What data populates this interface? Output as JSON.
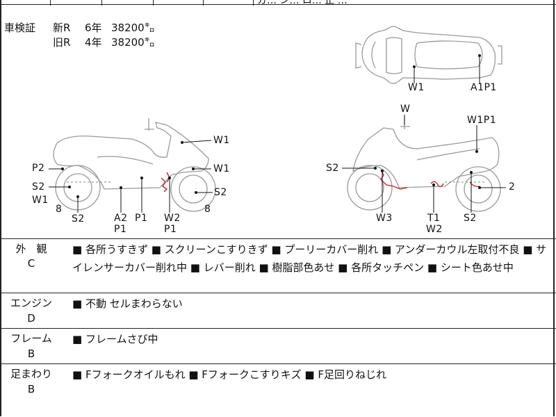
{
  "top": {
    "partial_text": "ガ… ン… ロ… 正 …"
  },
  "inspection": {
    "heading": "車検証",
    "new_label": "新R",
    "new_years": "6年",
    "new_km": "38200㌔",
    "old_label": "旧R",
    "old_years": "4年",
    "old_km": "38200㌔"
  },
  "diagram_labels": {
    "top_view": [
      "W1",
      "A1P1"
    ],
    "left_view": [
      "W1",
      "W1",
      "P2",
      "S2",
      "W1",
      "S2",
      "8",
      "S2",
      "A2",
      "P1",
      "P1",
      "W2",
      "P1",
      "8"
    ],
    "right_view": [
      "W",
      "W1P1",
      "S2",
      "2",
      "W3",
      "T1",
      "W2",
      "S2"
    ]
  },
  "sections": [
    {
      "label": "外　観",
      "grade": "C",
      "text": "■ 各所うすきず ■ スクリーンこすりきず ■ プーリーカバー削れ ■ アンダーカウル左取付不良 ■ サイレンサーカバー削れ中 ■ レバー削れ ■ 樹脂部色あせ ■ 各所タッチペン ■ シート色あせ中"
    },
    {
      "label": "エンジン",
      "grade": "D",
      "text": "■ 不動 セルまわらない"
    },
    {
      "label": "フレーム",
      "grade": "B",
      "text": "■ フレームさび中"
    },
    {
      "label": "足まわり",
      "grade": "B",
      "text": "■ Fフォークオイルもれ ■ Fフォークこすりキズ ■ F足回りねじれ"
    }
  ]
}
